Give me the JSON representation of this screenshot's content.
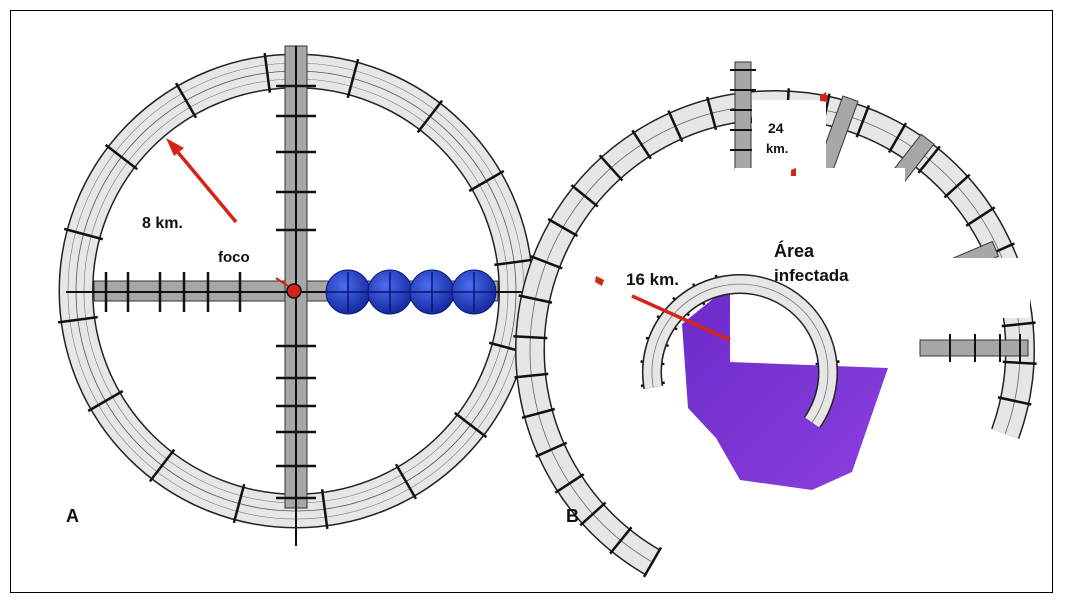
{
  "figure": {
    "colors": {
      "ring_fill": "#e6e6e6",
      "ring_stroke": "#222222",
      "road_fill": "#a7a7a7",
      "arrow": "#d42418",
      "bands": "#1f3bc0",
      "infected_area": "#7b33d6"
    },
    "panel_a": {
      "label": "A",
      "radius_label": "8 km.",
      "focus_label": "foco"
    },
    "panel_b": {
      "label": "B",
      "radius_label": "16 km.",
      "outer_label_line1": "24",
      "outer_label_line2": "km.",
      "area_label_line1": "Área",
      "area_label_line2": "infectada"
    }
  }
}
